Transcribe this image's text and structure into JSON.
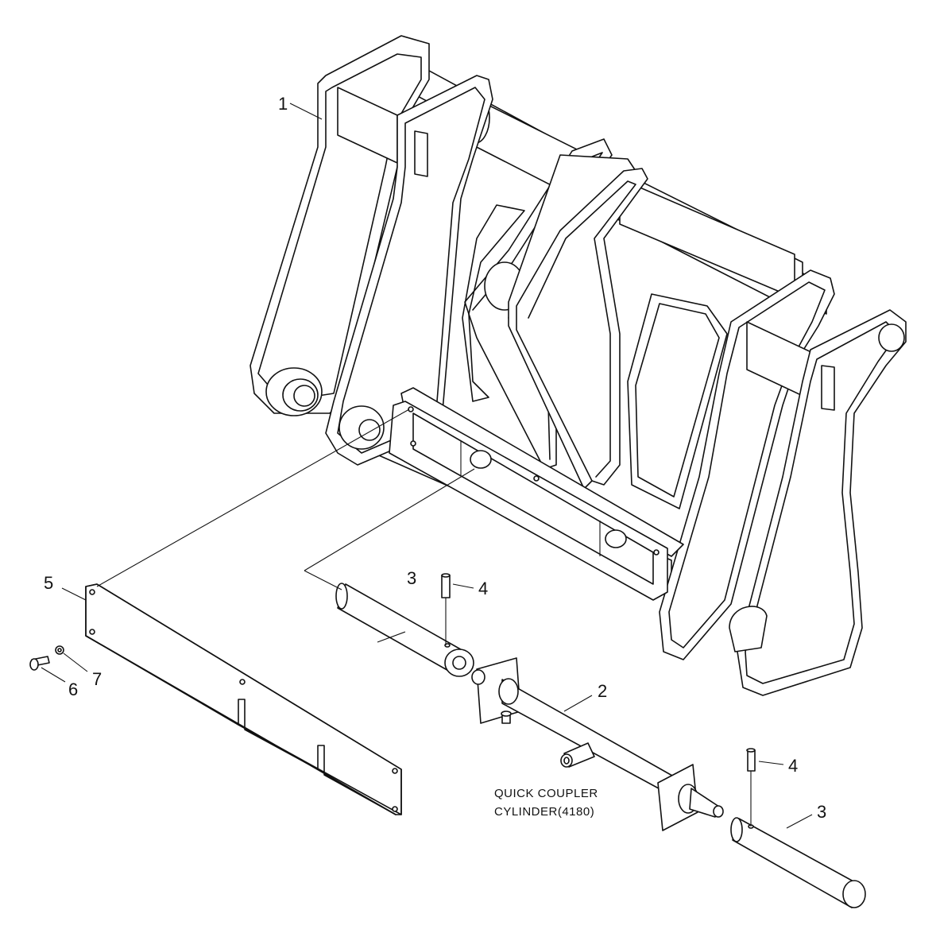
{
  "callouts": {
    "c1": "1",
    "c2": "2",
    "c3a": "3",
    "c3b": "3",
    "c4a": "4",
    "c4b": "4",
    "c5": "5",
    "c6": "6",
    "c7": "7"
  },
  "note": {
    "line1": "QUICK COUPLER",
    "line2": "CYLINDER(4180)"
  },
  "colors": {
    "line": "#111111",
    "background": "#ffffff"
  }
}
